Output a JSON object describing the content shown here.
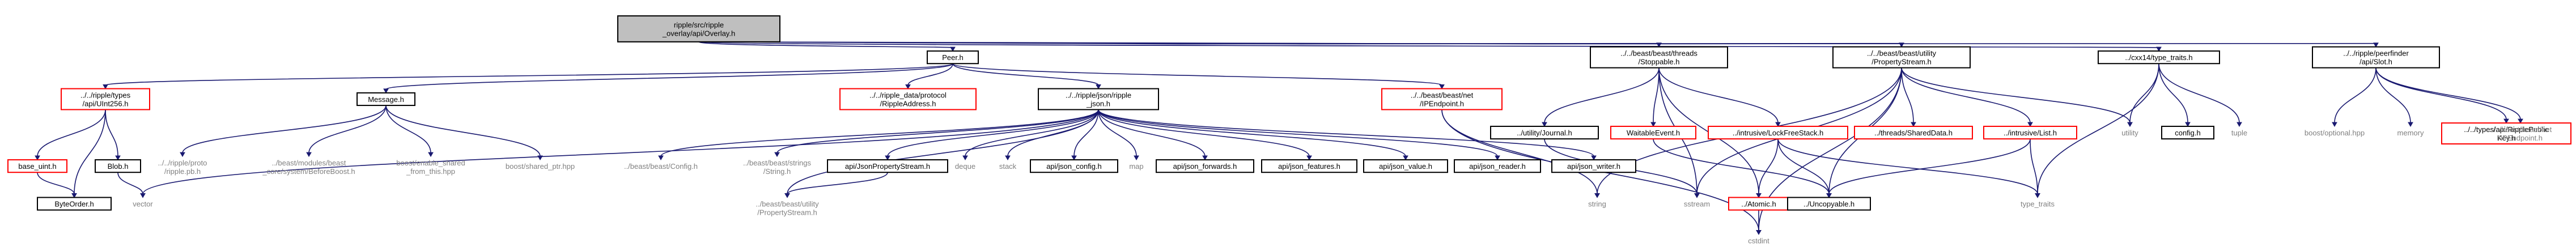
{
  "colors": {
    "root_fill": "#bfbfbf",
    "box_border": "#000000",
    "red_border": "#ff0000",
    "plain_fill": "#ffffff",
    "edge": "#191970",
    "external_text": "#808080"
  },
  "nodes": [
    {
      "id": "root",
      "lines": [
        "ripple/src/ripple",
        "_overlay/api/Overlay.h"
      ],
      "kind": "root"
    },
    {
      "id": "peer_h",
      "lines": [
        "Peer.h"
      ],
      "kind": "box"
    },
    {
      "id": "stoppable",
      "lines": [
        "../../beast/beast/threads",
        "/Stoppable.h"
      ],
      "kind": "box"
    },
    {
      "id": "propstream_top",
      "lines": [
        "../../beast/beast/utility",
        "/PropertyStream.h"
      ],
      "kind": "box"
    },
    {
      "id": "cxx14",
      "lines": [
        "../cxx14/type_traits.h"
      ],
      "kind": "box"
    },
    {
      "id": "slot_h",
      "lines": [
        "../../ripple/peerfinder",
        "/api/Slot.h"
      ],
      "kind": "box"
    },
    {
      "id": "uint256",
      "lines": [
        "../../ripple/types",
        "/api/UInt256.h"
      ],
      "kind": "red"
    },
    {
      "id": "message_h",
      "lines": [
        "Message.h"
      ],
      "kind": "box"
    },
    {
      "id": "rippleaddress",
      "lines": [
        "../../ripple_data/protocol",
        "/RippleAddress.h"
      ],
      "kind": "red"
    },
    {
      "id": "json_h",
      "lines": [
        "../../ripple/json/ripple",
        "_json.h"
      ],
      "kind": "box"
    },
    {
      "id": "ipendpoint",
      "lines": [
        "../../beast/beast/net",
        "/IPEndpoint.h"
      ],
      "kind": "red"
    },
    {
      "id": "utility_journal",
      "lines": [
        "../utility/Journal.h"
      ],
      "kind": "box"
    },
    {
      "id": "waitableevent",
      "lines": [
        "WaitableEvent.h"
      ],
      "kind": "red"
    },
    {
      "id": "intrusive_lfs",
      "lines": [
        "../intrusive/LockFreeStack.h"
      ],
      "kind": "red"
    },
    {
      "id": "threads_shareddata",
      "lines": [
        "../threads/SharedData.h"
      ],
      "kind": "red"
    },
    {
      "id": "intrusive_list",
      "lines": [
        "../intrusive/List.h"
      ],
      "kind": "red"
    },
    {
      "id": "utility_ext",
      "lines": [
        "utility"
      ],
      "kind": "external"
    },
    {
      "id": "config_h",
      "lines": [
        "config.h"
      ],
      "kind": "box"
    },
    {
      "id": "tuple_ext",
      "lines": [
        "tuple"
      ],
      "kind": "external"
    },
    {
      "id": "boost_optional",
      "lines": [
        "boost/optional.hpp"
      ],
      "kind": "external"
    },
    {
      "id": "memory_ext",
      "lines": [
        "memory"
      ],
      "kind": "external"
    },
    {
      "id": "ripplepublickey",
      "lines": [
        "../../types/api/RipplePublic",
        "Key.h"
      ],
      "kind": "red"
    },
    {
      "id": "beast_net_ipendpoint",
      "lines": [
        "../../beast/beast/net",
        "/IPEndpoint.h"
      ],
      "kind": "external"
    },
    {
      "id": "base_uint",
      "lines": [
        "base_uint.h"
      ],
      "kind": "red"
    },
    {
      "id": "blob_h",
      "lines": [
        "Blob.h"
      ],
      "kind": "box"
    },
    {
      "id": "ripple_pb",
      "lines": [
        "../../ripple/proto",
        "/ripple.pb.h"
      ],
      "kind": "external"
    },
    {
      "id": "beforeboost",
      "lines": [
        "../beast/modules/beast",
        "_core/system/BeforeBoost.h"
      ],
      "kind": "external"
    },
    {
      "id": "enable_shared",
      "lines": [
        "boost/enable_shared",
        "_from_this.hpp"
      ],
      "kind": "external"
    },
    {
      "id": "shared_ptr",
      "lines": [
        "boost/shared_ptr.hpp"
      ],
      "kind": "external"
    },
    {
      "id": "beast_config",
      "lines": [
        "../beast/beast/Config.h"
      ],
      "kind": "external"
    },
    {
      "id": "beast_string",
      "lines": [
        "../beast/beast/strings",
        "/String.h"
      ],
      "kind": "external"
    },
    {
      "id": "json_propstream",
      "lines": [
        "api/JsonPropertyStream.h"
      ],
      "kind": "box"
    },
    {
      "id": "deque_ext",
      "lines": [
        "deque"
      ],
      "kind": "external"
    },
    {
      "id": "stack_ext",
      "lines": [
        "stack"
      ],
      "kind": "external"
    },
    {
      "id": "json_config",
      "lines": [
        "api/json_config.h"
      ],
      "kind": "box"
    },
    {
      "id": "map_ext",
      "lines": [
        "map"
      ],
      "kind": "external"
    },
    {
      "id": "json_forwards",
      "lines": [
        "api/json_forwards.h"
      ],
      "kind": "box"
    },
    {
      "id": "json_features",
      "lines": [
        "api/json_features.h"
      ],
      "kind": "box"
    },
    {
      "id": "json_value",
      "lines": [
        "api/json_value.h"
      ],
      "kind": "box"
    },
    {
      "id": "json_reader",
      "lines": [
        "api/json_reader.h"
      ],
      "kind": "box"
    },
    {
      "id": "json_writer",
      "lines": [
        "api/json_writer.h"
      ],
      "kind": "box"
    },
    {
      "id": "string_ext",
      "lines": [
        "string"
      ],
      "kind": "external"
    },
    {
      "id": "sstream_ext",
      "lines": [
        "sstream"
      ],
      "kind": "external"
    },
    {
      "id": "atomic_h",
      "lines": [
        "../Atomic.h"
      ],
      "kind": "red"
    },
    {
      "id": "uncopyable",
      "lines": [
        "../Uncopyable.h"
      ],
      "kind": "box"
    },
    {
      "id": "type_traits_ext",
      "lines": [
        "type_traits"
      ],
      "kind": "external"
    },
    {
      "id": "byteorder",
      "lines": [
        "ByteOrder.h"
      ],
      "kind": "box"
    },
    {
      "id": "vector_ext",
      "lines": [
        "vector"
      ],
      "kind": "external"
    },
    {
      "id": "beast_propstream",
      "lines": [
        "../beast/beast/utility",
        "/PropertyStream.h"
      ],
      "kind": "external"
    },
    {
      "id": "cstdint_ext",
      "lines": [
        "cstdint"
      ],
      "kind": "external"
    }
  ],
  "edges": [
    [
      "root",
      "peer_h"
    ],
    [
      "root",
      "stoppable"
    ],
    [
      "root",
      "propstream_top"
    ],
    [
      "root",
      "cxx14"
    ],
    [
      "root",
      "slot_h"
    ],
    [
      "peer_h",
      "uint256"
    ],
    [
      "peer_h",
      "message_h"
    ],
    [
      "peer_h",
      "rippleaddress"
    ],
    [
      "peer_h",
      "json_h"
    ],
    [
      "peer_h",
      "ipendpoint"
    ],
    [
      "uint256",
      "base_uint"
    ],
    [
      "uint256",
      "blob_h"
    ],
    [
      "uint256",
      "byteorder"
    ],
    [
      "base_uint",
      "byteorder"
    ],
    [
      "blob_h",
      "vector_ext"
    ],
    [
      "message_h",
      "ripple_pb"
    ],
    [
      "message_h",
      "beforeboost"
    ],
    [
      "message_h",
      "enable_shared"
    ],
    [
      "message_h",
      "shared_ptr"
    ],
    [
      "json_h",
      "beast_config"
    ],
    [
      "json_h",
      "beast_string"
    ],
    [
      "json_h",
      "json_propstream"
    ],
    [
      "json_h",
      "deque_ext"
    ],
    [
      "json_h",
      "stack_ext"
    ],
    [
      "json_h",
      "json_config"
    ],
    [
      "json_h",
      "map_ext"
    ],
    [
      "json_h",
      "json_forwards"
    ],
    [
      "json_h",
      "json_features"
    ],
    [
      "json_h",
      "json_value"
    ],
    [
      "json_h",
      "json_reader"
    ],
    [
      "json_h",
      "json_writer"
    ],
    [
      "json_h",
      "vector_ext"
    ],
    [
      "json_h",
      "beast_propstream"
    ],
    [
      "json_propstream",
      "beast_propstream"
    ],
    [
      "ipendpoint",
      "string_ext"
    ],
    [
      "ipendpoint",
      "cstdint_ext"
    ],
    [
      "stoppable",
      "utility_journal"
    ],
    [
      "stoppable",
      "waitableevent"
    ],
    [
      "stoppable",
      "intrusive_lfs"
    ],
    [
      "stoppable",
      "atomic_h"
    ],
    [
      "stoppable",
      "sstream_ext"
    ],
    [
      "utility_journal",
      "sstream_ext"
    ],
    [
      "waitableevent",
      "uncopyable"
    ],
    [
      "intrusive_lfs",
      "atomic_h"
    ],
    [
      "intrusive_lfs",
      "uncopyable"
    ],
    [
      "intrusive_lfs",
      "type_traits_ext"
    ],
    [
      "atomic_h",
      "cstdint_ext"
    ],
    [
      "propstream_top",
      "threads_shareddata"
    ],
    [
      "propstream_top",
      "intrusive_list"
    ],
    [
      "propstream_top",
      "utility_ext"
    ],
    [
      "propstream_top",
      "string_ext"
    ],
    [
      "propstream_top",
      "sstream_ext"
    ],
    [
      "propstream_top",
      "uncopyable"
    ],
    [
      "propstream_top",
      "cstdint_ext"
    ],
    [
      "intrusive_list",
      "uncopyable"
    ],
    [
      "intrusive_list",
      "type_traits_ext"
    ],
    [
      "cxx14",
      "config_h"
    ],
    [
      "cxx14",
      "tuple_ext"
    ],
    [
      "cxx14",
      "utility_ext"
    ],
    [
      "cxx14",
      "type_traits_ext"
    ],
    [
      "slot_h",
      "boost_optional"
    ],
    [
      "slot_h",
      "memory_ext"
    ],
    [
      "slot_h",
      "ripplepublickey"
    ],
    [
      "slot_h",
      "beast_net_ipendpoint"
    ]
  ]
}
